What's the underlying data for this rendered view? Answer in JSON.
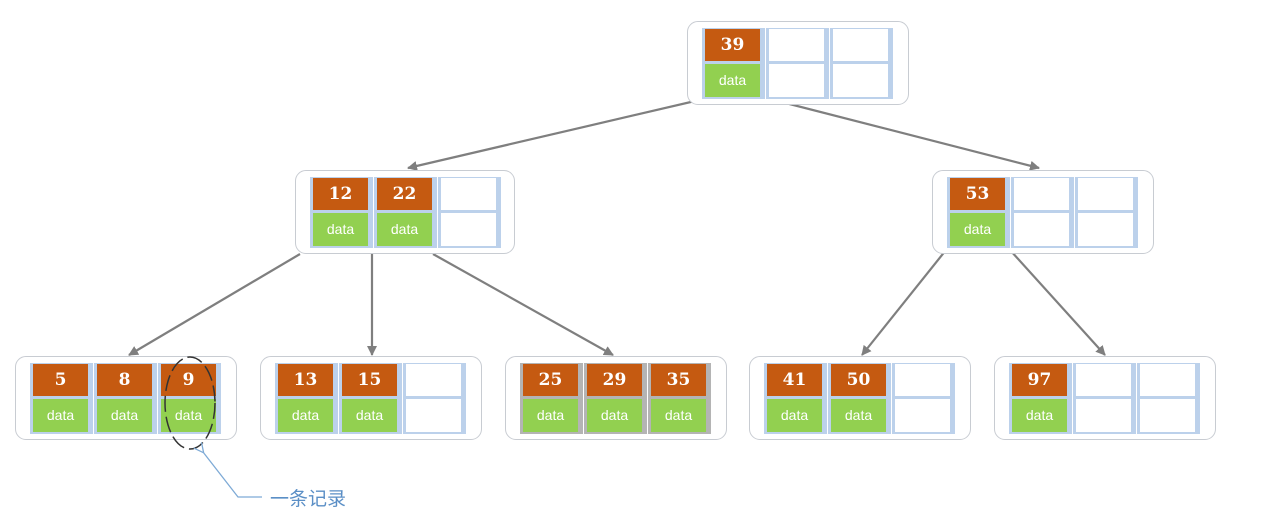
{
  "data_label": "data",
  "nodes": [
    {
      "id": "root",
      "keys": [
        "39"
      ]
    },
    {
      "id": "left-internal",
      "keys": [
        "12",
        "22"
      ]
    },
    {
      "id": "right-internal",
      "keys": [
        "53"
      ]
    },
    {
      "id": "leaf-1",
      "keys": [
        "5",
        "8",
        "9"
      ]
    },
    {
      "id": "leaf-2",
      "keys": [
        "13",
        "15"
      ]
    },
    {
      "id": "leaf-3",
      "keys": [
        "25",
        "29",
        "35"
      ]
    },
    {
      "id": "leaf-4",
      "keys": [
        "41",
        "50"
      ]
    },
    {
      "id": "leaf-5",
      "keys": [
        "97"
      ]
    }
  ],
  "edges": [
    [
      "root",
      "left-internal"
    ],
    [
      "root",
      "right-internal"
    ],
    [
      "left-internal",
      "leaf-1"
    ],
    [
      "left-internal",
      "leaf-2"
    ],
    [
      "left-internal",
      "leaf-3"
    ],
    [
      "right-internal",
      "leaf-4"
    ],
    [
      "right-internal",
      "leaf-5"
    ]
  ],
  "callout": {
    "label": "一条记录",
    "target": "9"
  },
  "colors": {
    "key_fill": "#c55a11",
    "data_fill": "#92d050",
    "slot_fill": "#bcd1eb",
    "arrow": "#7f7f7f",
    "callout": "#5b8fc6"
  }
}
